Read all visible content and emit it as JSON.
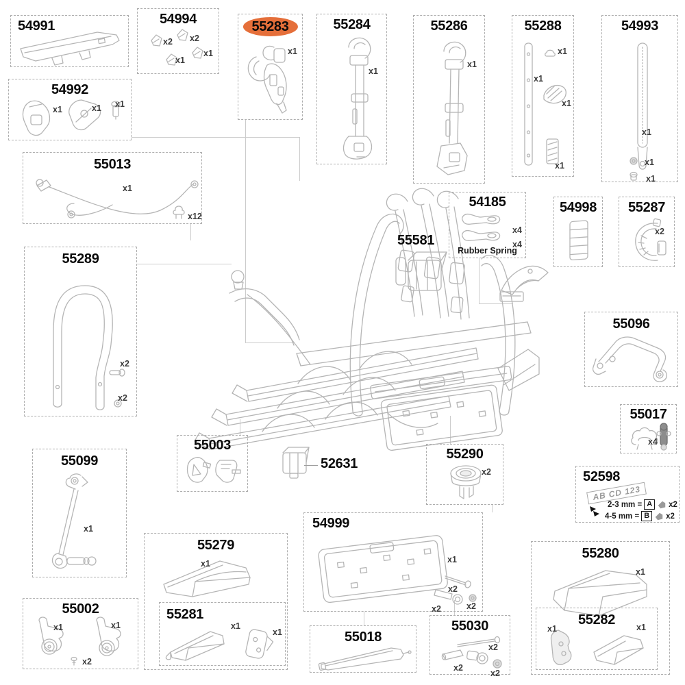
{
  "diagram": {
    "type": "exploded-parts-diagram",
    "highlight_color": "#e56f3a",
    "line_color": "#b5b5b5",
    "highlighted_part": "55283"
  },
  "parts": {
    "p54991": {
      "number": "54991",
      "q": []
    },
    "p54994": {
      "number": "54994",
      "q": [
        "x2",
        "x2",
        "x1",
        "x1"
      ]
    },
    "p55283": {
      "number": "55283",
      "q": [
        "x1"
      ]
    },
    "p55284": {
      "number": "55284",
      "q": [
        "x1"
      ]
    },
    "p55286": {
      "number": "55286",
      "q": [
        "x1"
      ]
    },
    "p55288": {
      "number": "55288",
      "q": [
        "x1",
        "x1",
        "x1",
        "x1"
      ]
    },
    "p54993": {
      "number": "54993",
      "q": [
        "x1",
        "x1",
        "x1"
      ]
    },
    "p54992": {
      "number": "54992",
      "q": [
        "x1",
        "x1",
        "x1"
      ]
    },
    "p55013": {
      "number": "55013",
      "q": [
        "x1",
        "x12"
      ]
    },
    "p54185": {
      "number": "54185",
      "q": [
        "x4",
        "x4"
      ],
      "caption": "Rubber Spring"
    },
    "p54998": {
      "number": "54998",
      "q": []
    },
    "p55287": {
      "number": "55287",
      "q": [
        "x2"
      ]
    },
    "p55581": {
      "number": "55581",
      "q": []
    },
    "p55289": {
      "number": "55289",
      "q": [
        "x2",
        "x2"
      ]
    },
    "p55096": {
      "number": "55096",
      "q": []
    },
    "p55017": {
      "number": "55017",
      "q": [
        "x4"
      ]
    },
    "p52598": {
      "number": "52598",
      "plate": "AB CD 123",
      "rows": [
        {
          "label": "2-3 mm =",
          "letter": "A",
          "qty": "x2"
        },
        {
          "label": "4-5 mm =",
          "letter": "B",
          "qty": "x2"
        }
      ]
    },
    "p55099": {
      "number": "55099",
      "q": [
        "x1"
      ]
    },
    "p55003": {
      "number": "55003",
      "q": []
    },
    "p52631": {
      "number": "52631",
      "q": []
    },
    "p55290": {
      "number": "55290",
      "q": [
        "x2"
      ]
    },
    "p54999": {
      "number": "54999",
      "q": [
        "x1",
        "x2",
        "x2",
        "x2"
      ]
    },
    "p55279": {
      "number": "55279",
      "q": [
        "x1"
      ]
    },
    "p55281": {
      "number": "55281",
      "q": [
        "x1",
        "x1"
      ]
    },
    "p55002": {
      "number": "55002",
      "q": [
        "x1",
        "x1",
        "x2"
      ]
    },
    "p55018": {
      "number": "55018",
      "q": []
    },
    "p55030": {
      "number": "55030",
      "q": [
        "x2",
        "x2",
        "x2"
      ]
    },
    "p55280": {
      "number": "55280",
      "q": [
        "x1"
      ]
    },
    "p55282": {
      "number": "55282",
      "q": [
        "x1",
        "x1"
      ]
    }
  }
}
